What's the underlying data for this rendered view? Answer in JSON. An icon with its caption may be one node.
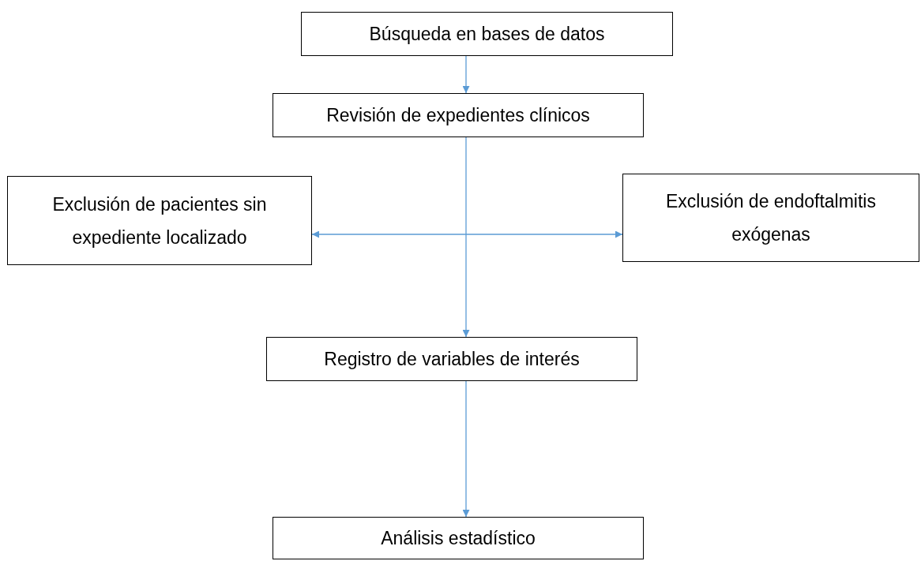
{
  "diagram": {
    "nodes": [
      {
        "text": [
          "Búsqueda en bases de datos"
        ]
      },
      {
        "text": [
          "Revisión de expedientes clínicos"
        ]
      },
      {
        "text": [
          "Exclusión de pacientes sin expediente localizado"
        ]
      },
      {
        "text": [
          "Exclusión de endoftalmitis exógenas"
        ]
      },
      {
        "text": [
          "Registro de variables de interés"
        ]
      },
      {
        "text": [
          "Análisis estadístico"
        ]
      }
    ],
    "edges": [
      {
        "from": 0,
        "to": 1,
        "arrow": "to"
      },
      {
        "from": 1,
        "to": 4,
        "arrow": "to"
      },
      {
        "from": 2,
        "to": 3,
        "arrow": "both"
      },
      {
        "from": 4,
        "to": 5,
        "arrow": "to"
      }
    ]
  }
}
